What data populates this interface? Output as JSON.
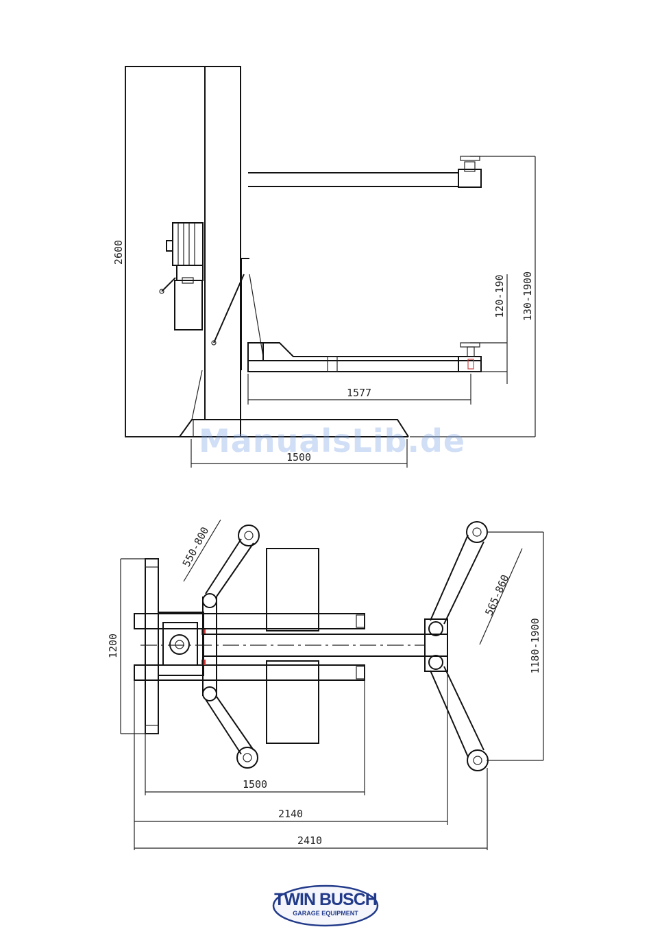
{
  "side_view": {
    "dim_height_total": "2600",
    "dim_lift_height": "130-1900",
    "dim_pad_height": "120-190",
    "dim_arm_reach": "1577",
    "dim_base_width": "1500"
  },
  "top_view": {
    "dim_width": "1200",
    "dim_short_arm": "550-800",
    "dim_long_arm": "565-860",
    "dim_arm_span": "1180-1900",
    "dim_1500": "1500",
    "dim_2140": "2140",
    "dim_2410": "2410"
  },
  "watermark": "ManualsLib.de",
  "logo": {
    "name": "TWIN BUSCH",
    "tagline": "GARAGE EQUIPMENT"
  }
}
